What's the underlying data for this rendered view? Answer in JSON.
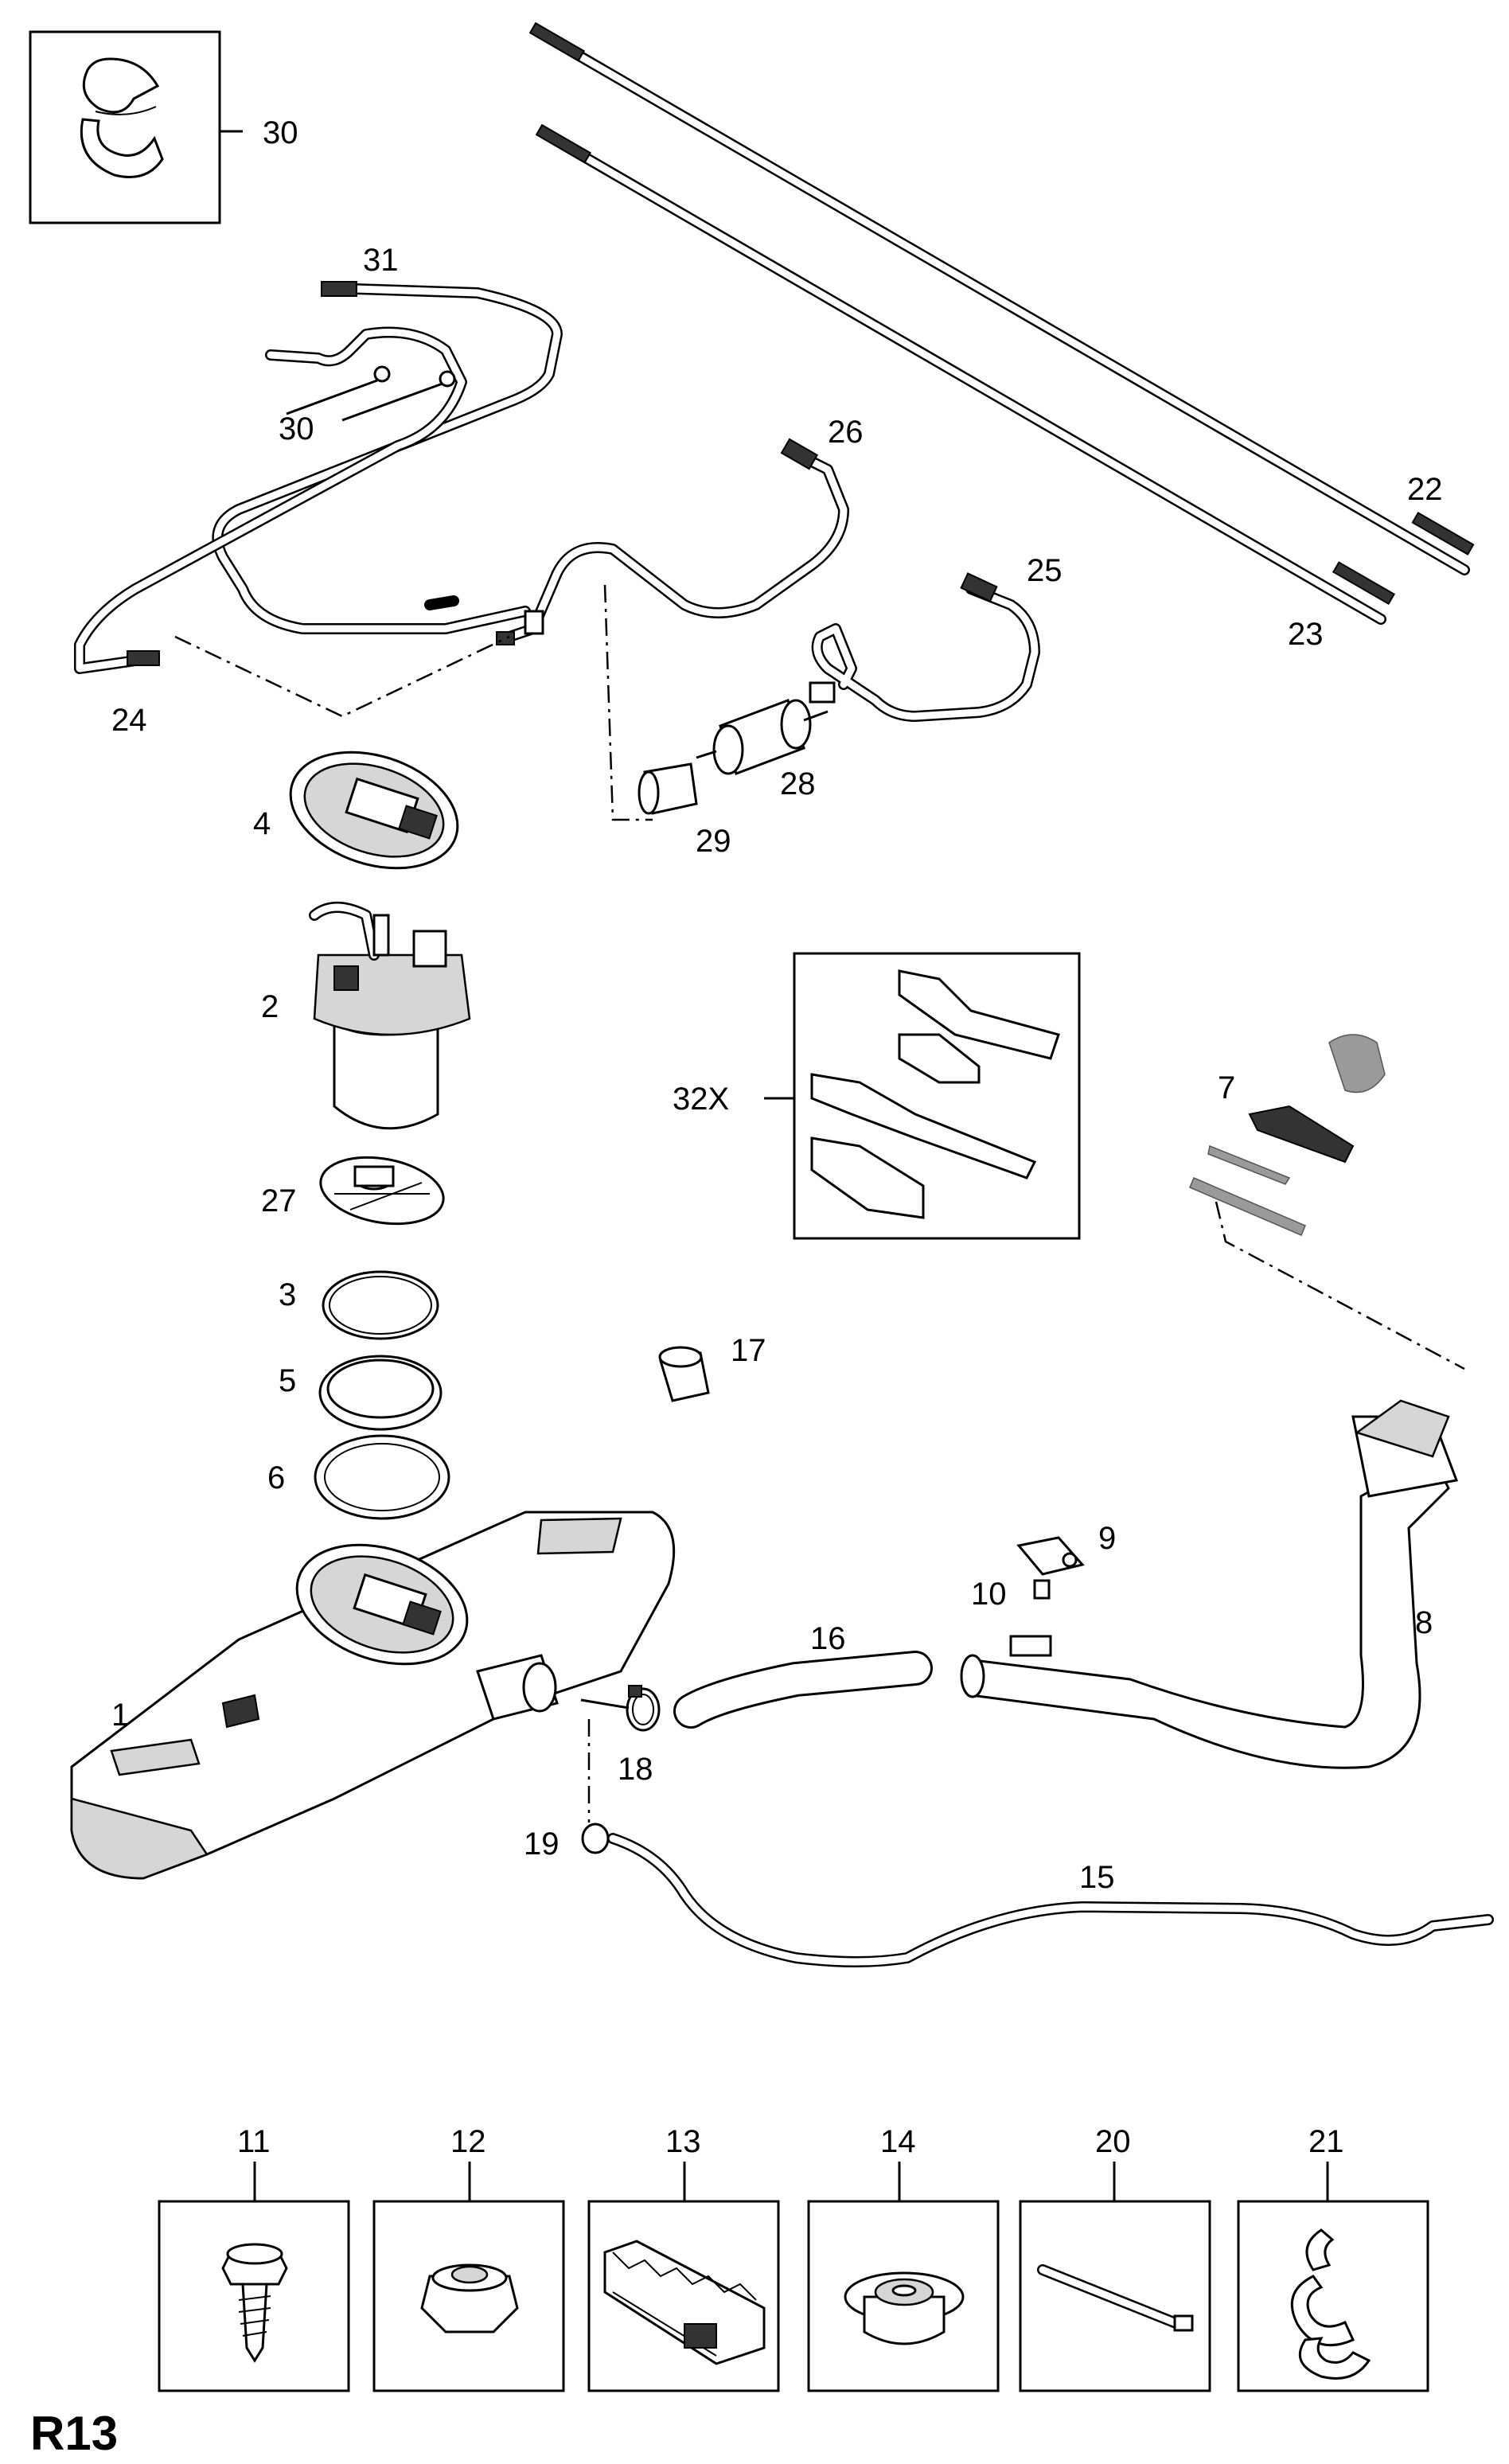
{
  "diagram": {
    "page_code": "R13",
    "callouts": {
      "c1": "1",
      "c2": "2",
      "c3": "3",
      "c4": "4",
      "c5": "5",
      "c6": "6",
      "c7": "7",
      "c8": "8",
      "c9": "9",
      "c10": "10",
      "c11": "11",
      "c12": "12",
      "c13": "13",
      "c14": "14",
      "c15": "15",
      "c16": "16",
      "c17": "17",
      "c18": "18",
      "c19": "19",
      "c20": "20",
      "c21": "21",
      "c22": "22",
      "c23": "23",
      "c24": "24",
      "c25": "25",
      "c26": "26",
      "c27": "27",
      "c28": "28",
      "c29": "29",
      "c30a": "30",
      "c30b": "30",
      "c31": "31",
      "c32x": "32X"
    }
  }
}
